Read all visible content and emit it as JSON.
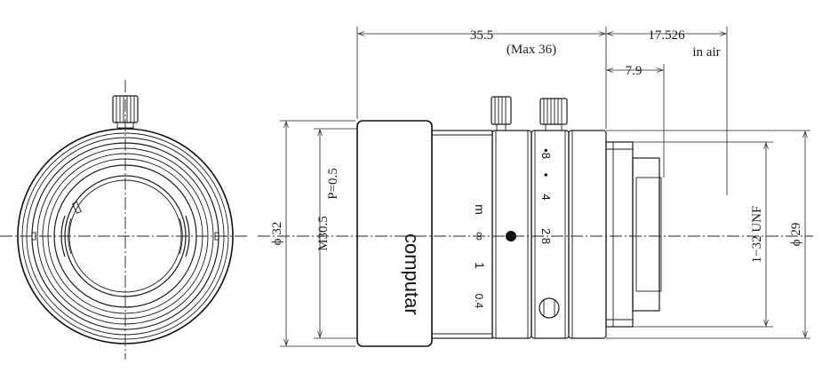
{
  "dimensions": {
    "overall_length": "35.5",
    "overall_length_note": "(Max 36)",
    "back_focus": "17.526",
    "back_focus_note": "in air",
    "flange_depth": "7.9",
    "body_diameter": "ϕ 32",
    "filter_thread": "M30.5",
    "filter_pitch": "P=0.5",
    "mount_thread": "1−32 UNF",
    "mount_diameter": "ϕ 29"
  },
  "lens_markings": {
    "brand": "computar",
    "focus_unit": "m",
    "focus_values": [
      "∞",
      "1",
      "0.4"
    ],
    "aperture_values": [
      "•8",
      "•",
      "4",
      "2.8"
    ]
  }
}
